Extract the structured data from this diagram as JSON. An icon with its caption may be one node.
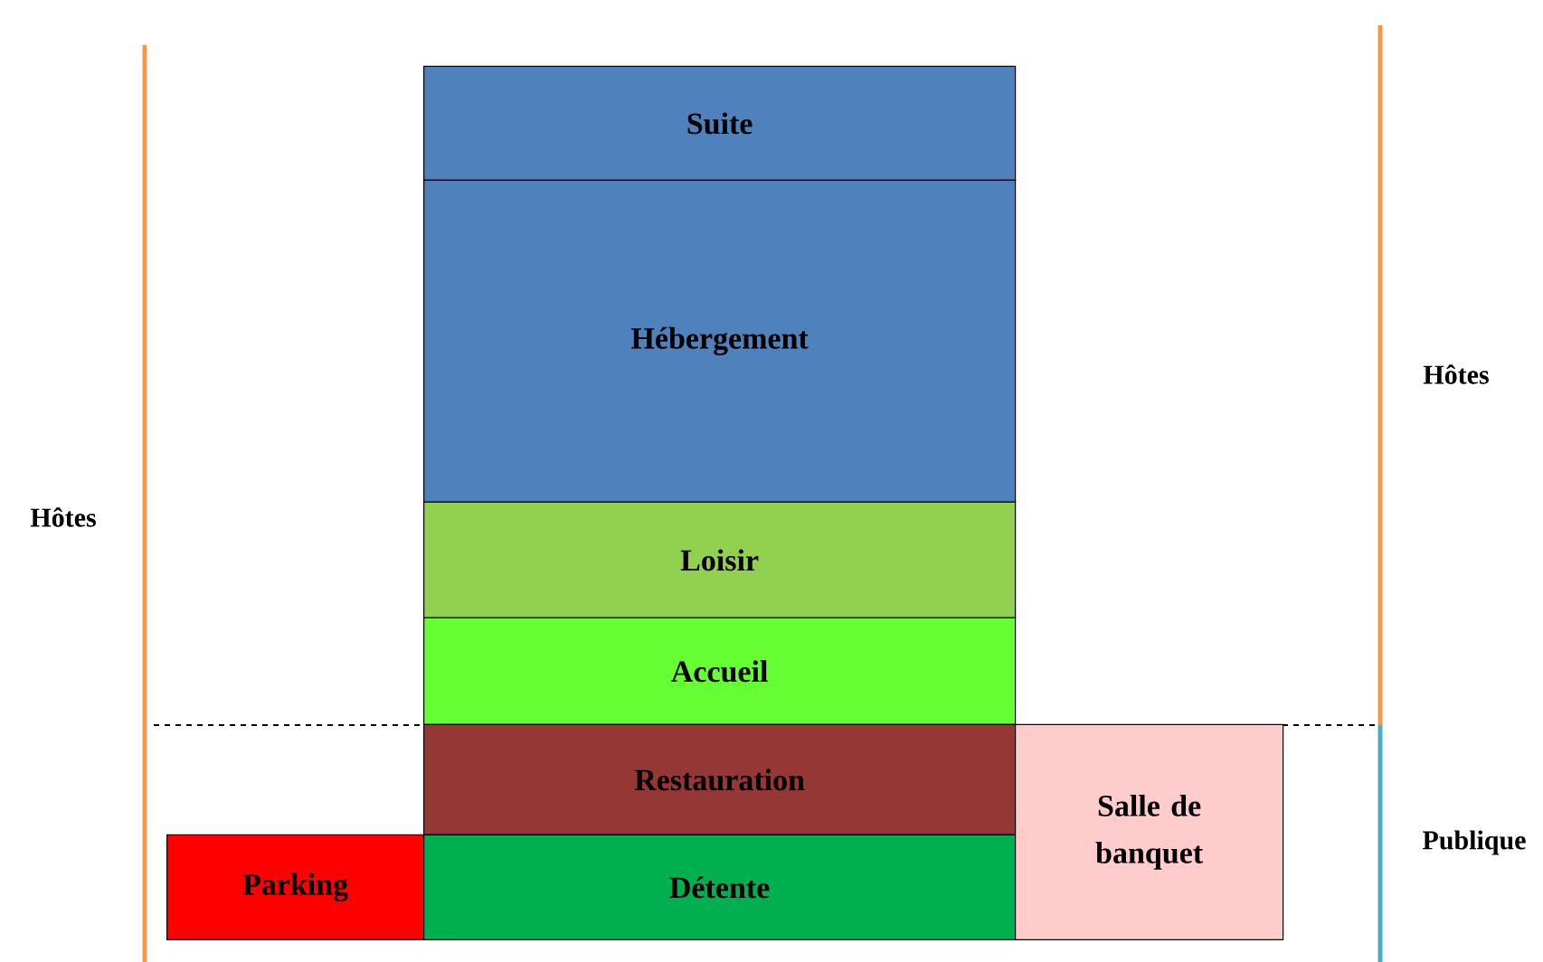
{
  "diagram": {
    "nodes": [
      {
        "text": [
          "Suite"
        ]
      },
      {
        "text": [
          "Hébergement"
        ]
      },
      {
        "text": [
          "Loisir"
        ]
      },
      {
        "text": [
          "Accueil"
        ]
      },
      {
        "text": [
          "Restauration"
        ]
      },
      {
        "text": [
          "Parking"
        ]
      },
      {
        "text": [
          "Détente"
        ]
      },
      {
        "text": [
          "Salle de banquet"
        ]
      }
    ],
    "labels": [
      "Hôtes",
      "Hôtes",
      "Publique"
    ]
  }
}
